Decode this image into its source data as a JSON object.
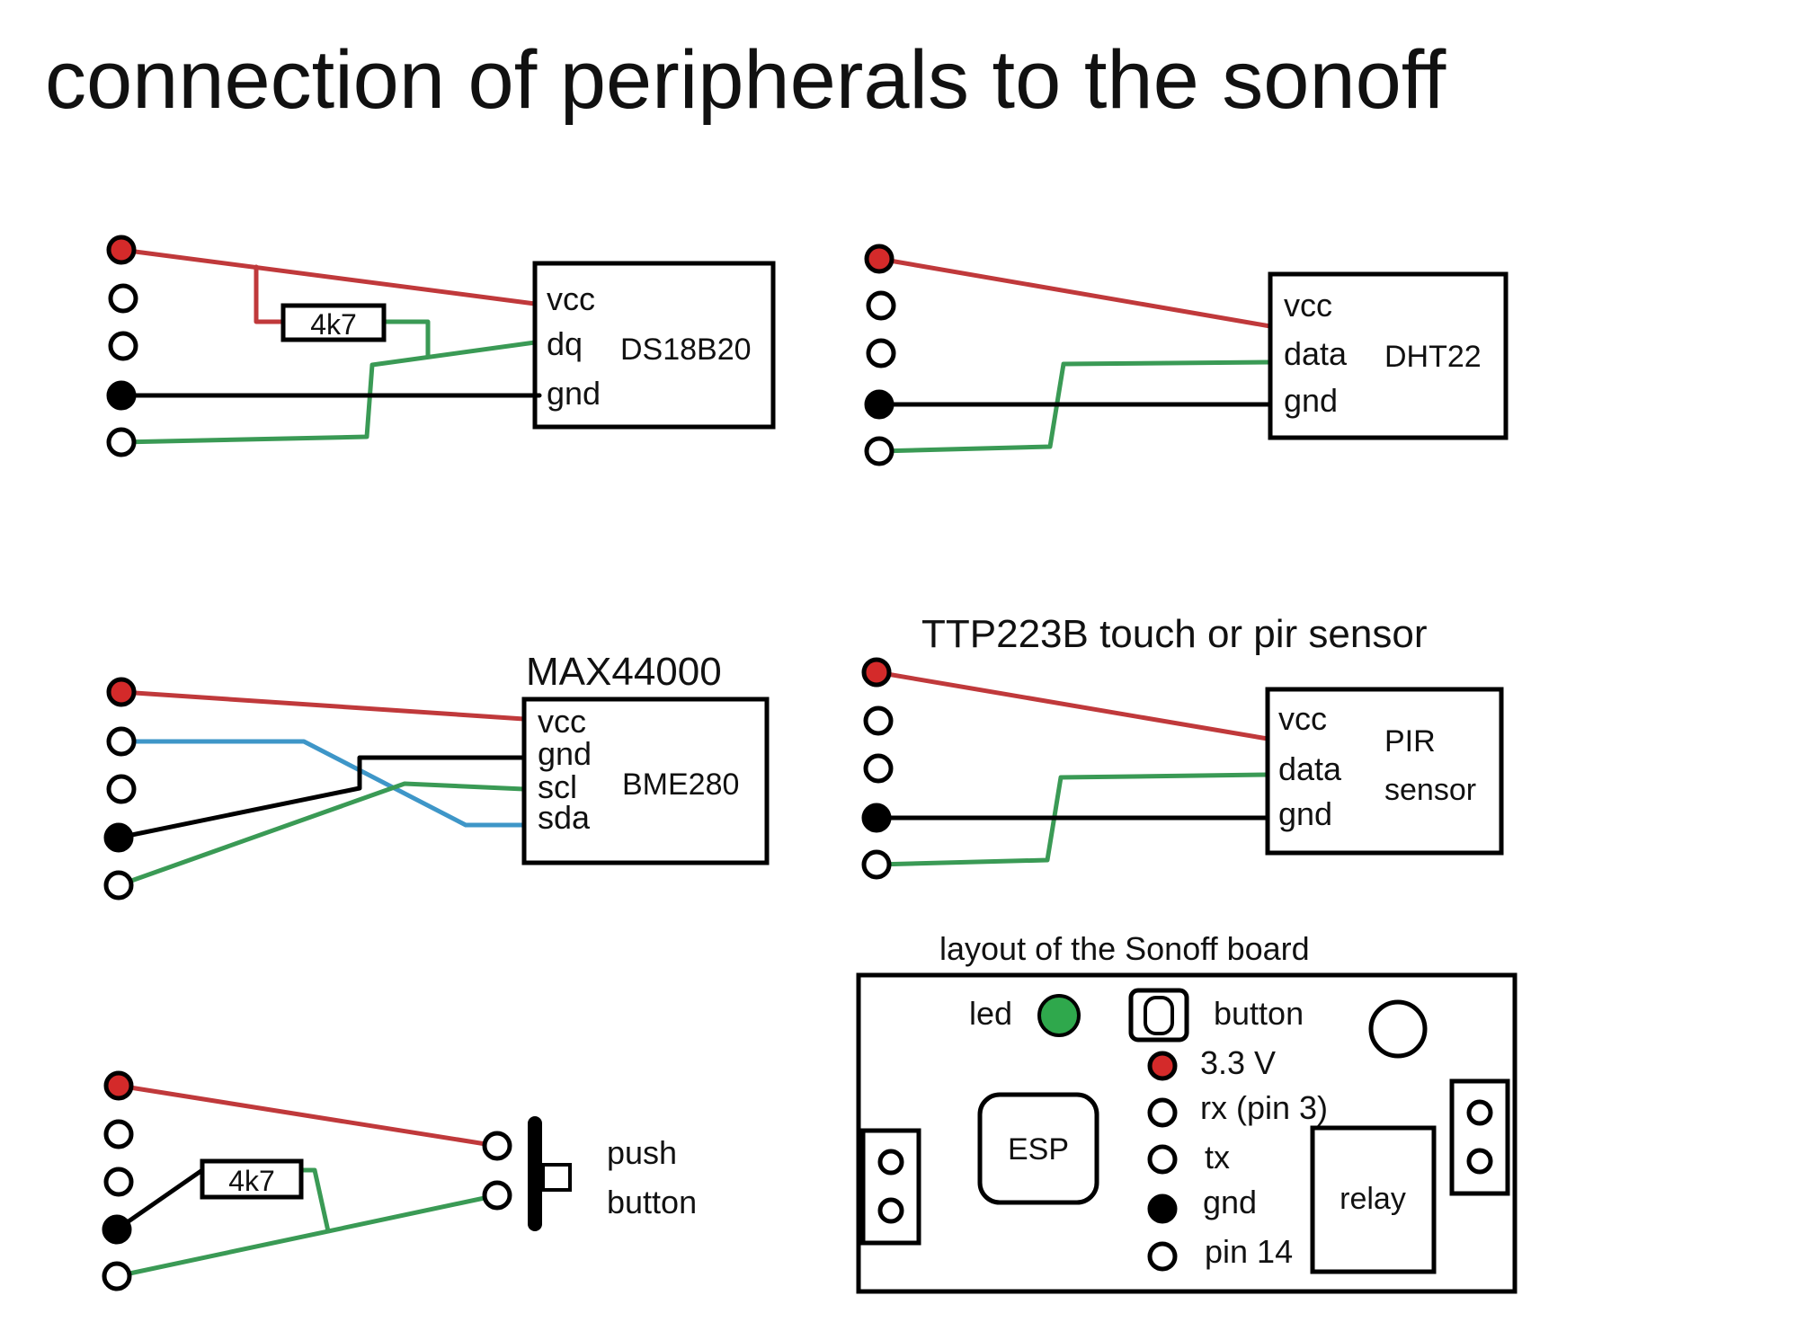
{
  "title": "connection of peripherals to the sonoff",
  "colors": {
    "vcc_wire": "#c0393b",
    "gnd_wire": "#000000",
    "data_wire": "#3a9a55",
    "scl_wire": "#3e96c8",
    "vcc_terminal": "#d42a2a",
    "gnd_terminal": "#000000",
    "led": "#2fa84c"
  },
  "ds18b20": {
    "chip": "DS18B20",
    "pins": [
      "vcc",
      "dq",
      "gnd"
    ],
    "resistor": "4k7"
  },
  "dht22": {
    "chip": "DHT22",
    "pins": [
      "vcc",
      "data",
      "gnd"
    ]
  },
  "bme280": {
    "heading": "MAX44000",
    "chip": "BME280",
    "pins": [
      "vcc",
      "gnd",
      "scl",
      "sda"
    ]
  },
  "pir": {
    "heading": "TTP223B touch or pir sensor",
    "chip_line1": "PIR",
    "chip_line2": "sensor",
    "pins": [
      "vcc",
      "data",
      "gnd"
    ]
  },
  "push_button": {
    "resistor": "4k7",
    "label_line1": "push",
    "label_line2": "button"
  },
  "sonoff_board": {
    "heading": "layout of the Sonoff board",
    "led": "led",
    "button": "button",
    "esp": "ESP",
    "relay": "relay",
    "header_pins": [
      "3.3 V",
      "rx (pin 3)",
      "tx",
      "gnd",
      "pin 14"
    ]
  }
}
